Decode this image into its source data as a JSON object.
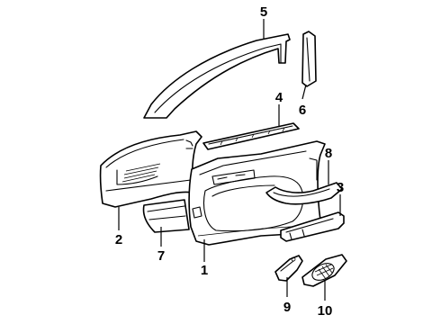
{
  "callouts": [
    {
      "id": "1",
      "text": "1"
    },
    {
      "id": "2",
      "text": "2"
    },
    {
      "id": "3",
      "text": "3"
    },
    {
      "id": "4",
      "text": "4"
    },
    {
      "id": "5",
      "text": "5"
    },
    {
      "id": "6",
      "text": "6"
    },
    {
      "id": "7",
      "text": "7"
    },
    {
      "id": "8",
      "text": "8"
    },
    {
      "id": "9",
      "text": "9"
    },
    {
      "id": "10",
      "text": "10"
    }
  ],
  "parts": [
    {
      "callout": "1",
      "icon": "door-trim-panel"
    },
    {
      "callout": "2",
      "icon": "door-trim-panel-outer"
    },
    {
      "callout": "3",
      "icon": "armrest"
    },
    {
      "callout": "4",
      "icon": "belt-weatherstrip"
    },
    {
      "callout": "5",
      "icon": "window-frame-molding"
    },
    {
      "callout": "6",
      "icon": "pillar-applique"
    },
    {
      "callout": "7",
      "icon": "map-pocket"
    },
    {
      "callout": "8",
      "icon": "pull-handle"
    },
    {
      "callout": "9",
      "icon": "trim-cap"
    },
    {
      "callout": "10",
      "icon": "speaker-grille"
    }
  ],
  "colors": {
    "line": "#000000",
    "background": "#ffffff"
  }
}
